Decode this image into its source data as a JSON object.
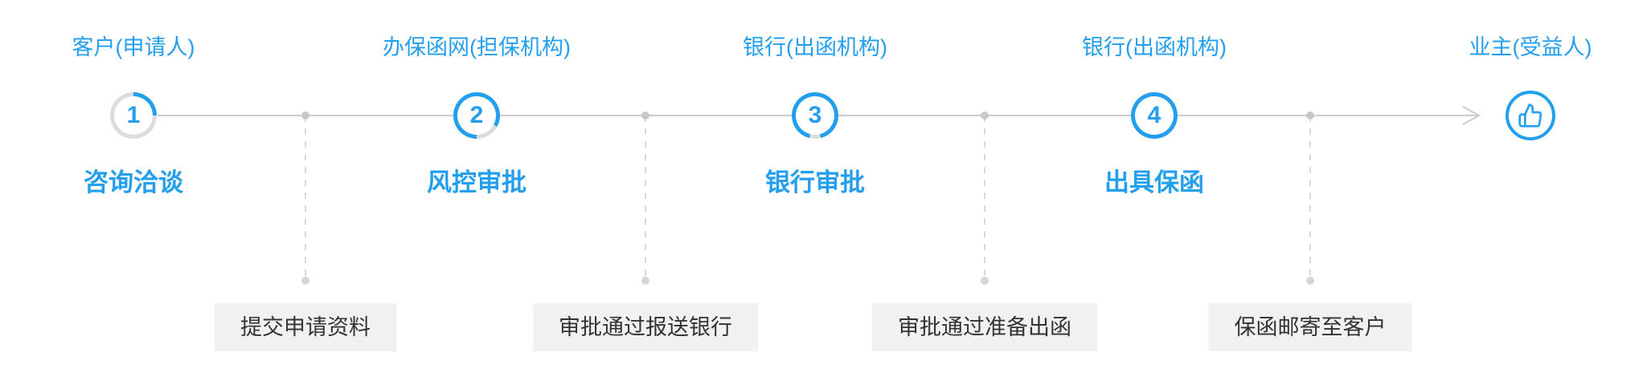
{
  "colors": {
    "accent": "#249fed",
    "timeline_line": "#cccccc",
    "dashed_line": "#d9d9d9",
    "ring_inactive": "#dcdcdc",
    "milestone_bg": "#f1f1f1",
    "milestone_text": "#333333"
  },
  "steps": [
    {
      "role": "客户(申请人)",
      "number": "1",
      "name": "咨询洽谈"
    },
    {
      "role": "办保函网(担保机构)",
      "number": "2",
      "name": "风控审批"
    },
    {
      "role": "银行(出函机构)",
      "number": "3",
      "name": "银行审批"
    },
    {
      "role": "银行(出函机构)",
      "number": "4",
      "name": "出具保函"
    },
    {
      "role": "业主(受益人)",
      "icon": "thumbs-up-icon"
    }
  ],
  "milestones": [
    "提交申请资料",
    "审批通过报送银行",
    "审批通过准备出函",
    "保函邮寄至客户"
  ]
}
